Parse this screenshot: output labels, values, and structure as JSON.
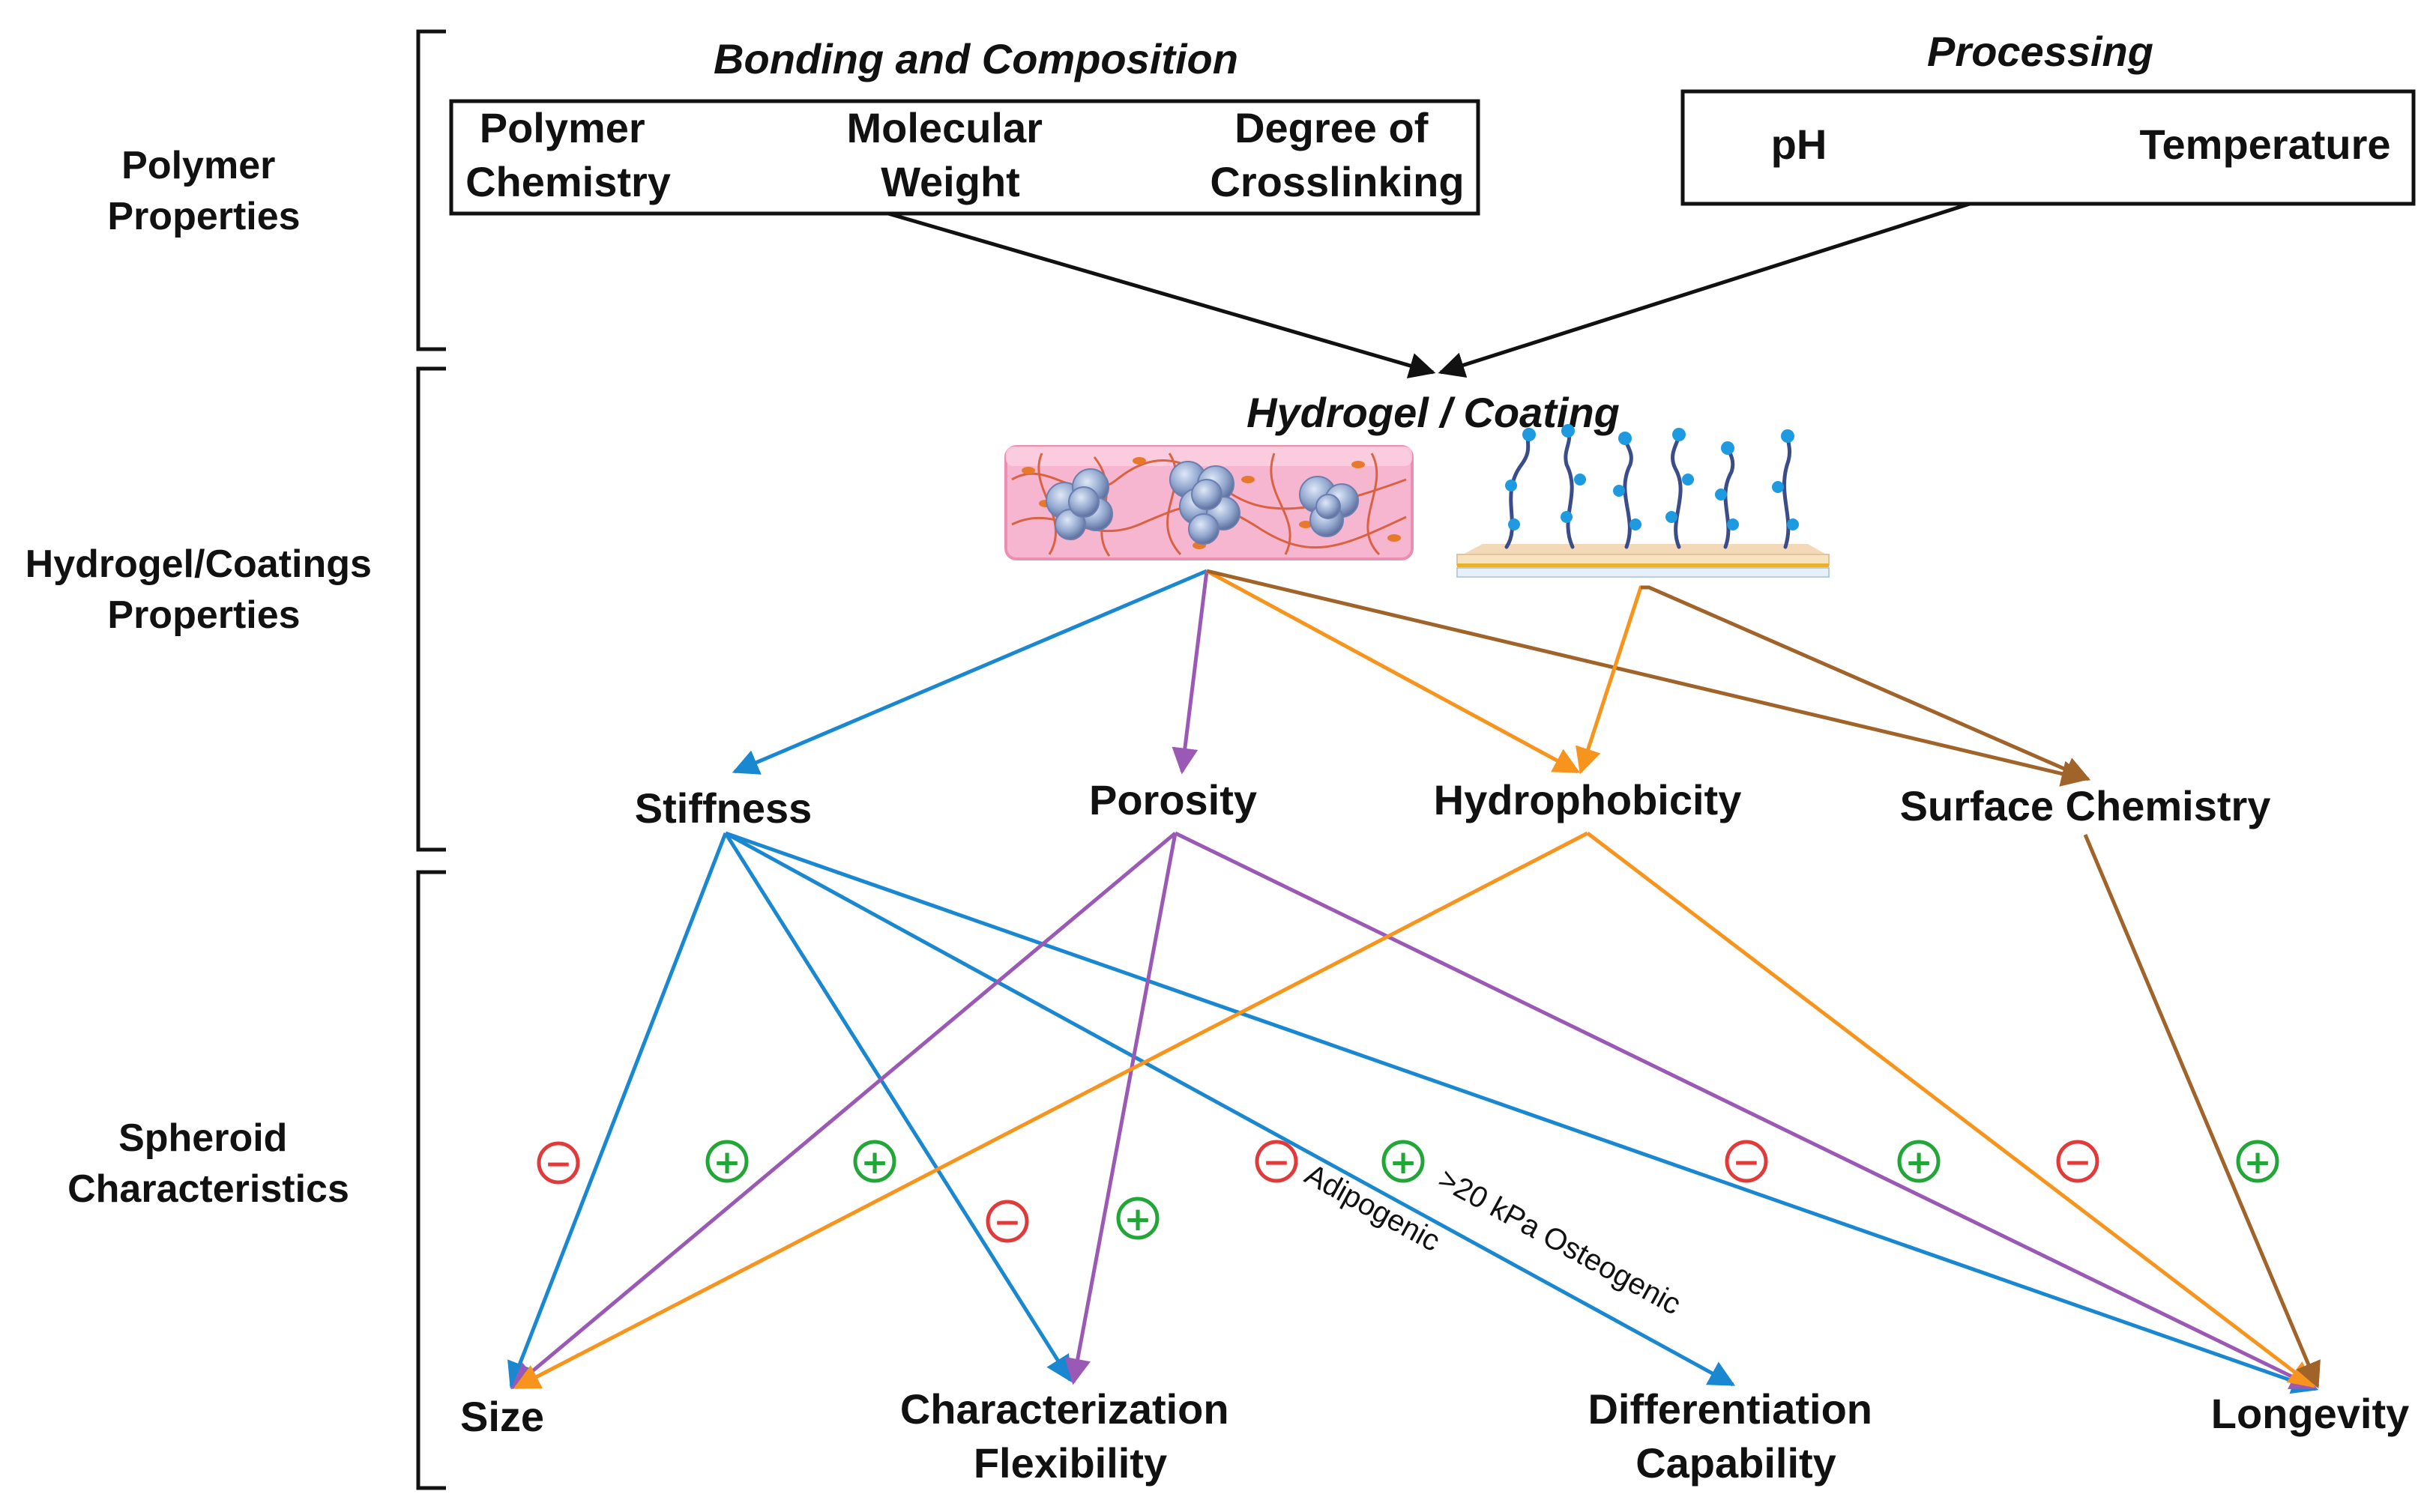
{
  "sections": {
    "polymer": [
      "Polymer",
      "Properties"
    ],
    "hydrogel": [
      "Hydrogel/Coatings",
      "Properties"
    ],
    "spheroid": [
      "Spheroid",
      "Characteristics"
    ]
  },
  "groups": {
    "bonding_title": "Bonding and Composition",
    "processing_title": "Processing",
    "hydrogel_title": "Hydrogel / Coating"
  },
  "bonding_items": {
    "polymer_chemistry": [
      "Polymer",
      "Chemistry"
    ],
    "molecular_weight": [
      "Molecular",
      "Weight"
    ],
    "crosslinking": [
      "Degree of",
      "Crosslinking"
    ]
  },
  "processing_items": {
    "ph": "pH",
    "temperature": "Temperature"
  },
  "properties": {
    "stiffness": "Stiffness",
    "porosity": "Porosity",
    "hydrophobicity": "Hydrophobicity",
    "surface_chemistry": "Surface Chemistry"
  },
  "outcomes": {
    "size": [
      "Size"
    ],
    "flexibility": [
      "Characterization",
      "Flexibility"
    ],
    "differentiation": [
      "Differentiation",
      "Capability"
    ],
    "longevity": [
      "Longevity"
    ]
  },
  "annotations": {
    "adipogenic": "Adipogenic",
    "osteogenic": ">20 kPa Osteogenic"
  },
  "signs": {
    "minus": "−",
    "plus": "+"
  },
  "colors": {
    "stiffness": "#1a87d1",
    "porosity": "#9b59b6",
    "hydrophobicity": "#f7941d",
    "surface_chemistry": "#a0632a",
    "positive": "#21a637",
    "negative": "#e03b3b"
  }
}
